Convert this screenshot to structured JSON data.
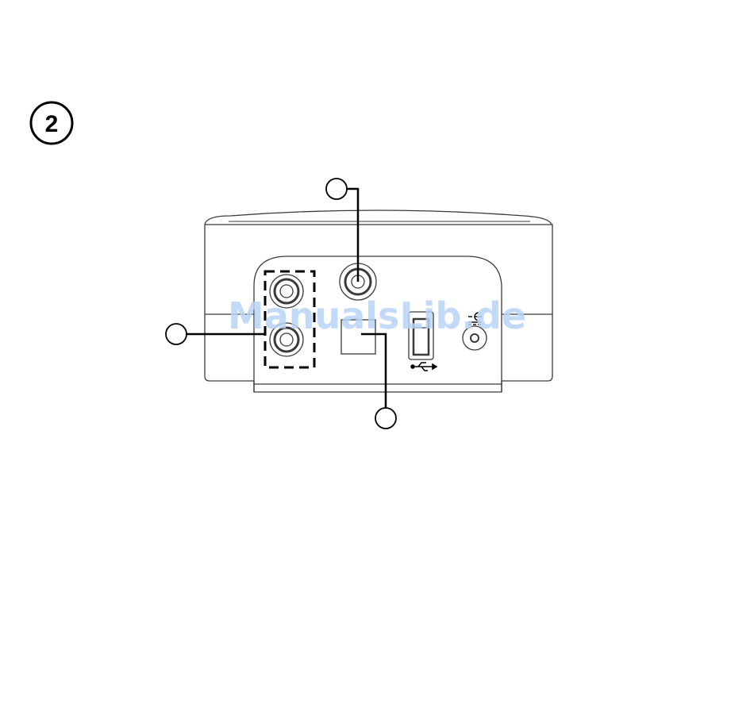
{
  "step": {
    "number": "2"
  },
  "watermark": {
    "text": "ManualsLib.de",
    "color": "#b7d3f7"
  },
  "colors": {
    "line": "#000000",
    "device_outline": "#3a3a3a",
    "background": "#ffffff"
  },
  "callouts": [
    {
      "target": "coaxial-antenna-socket"
    },
    {
      "target": "rca-audio-input-pair"
    },
    {
      "target": "optical-digital-output"
    }
  ],
  "ports": [
    {
      "name": "rca-left-jack"
    },
    {
      "name": "rca-right-jack"
    },
    {
      "name": "coaxial-socket"
    },
    {
      "name": "optical-port"
    },
    {
      "name": "usb-port",
      "icon": "usb-icon"
    },
    {
      "name": "dc-power-jack",
      "icon": "dc-power-icon"
    }
  ]
}
